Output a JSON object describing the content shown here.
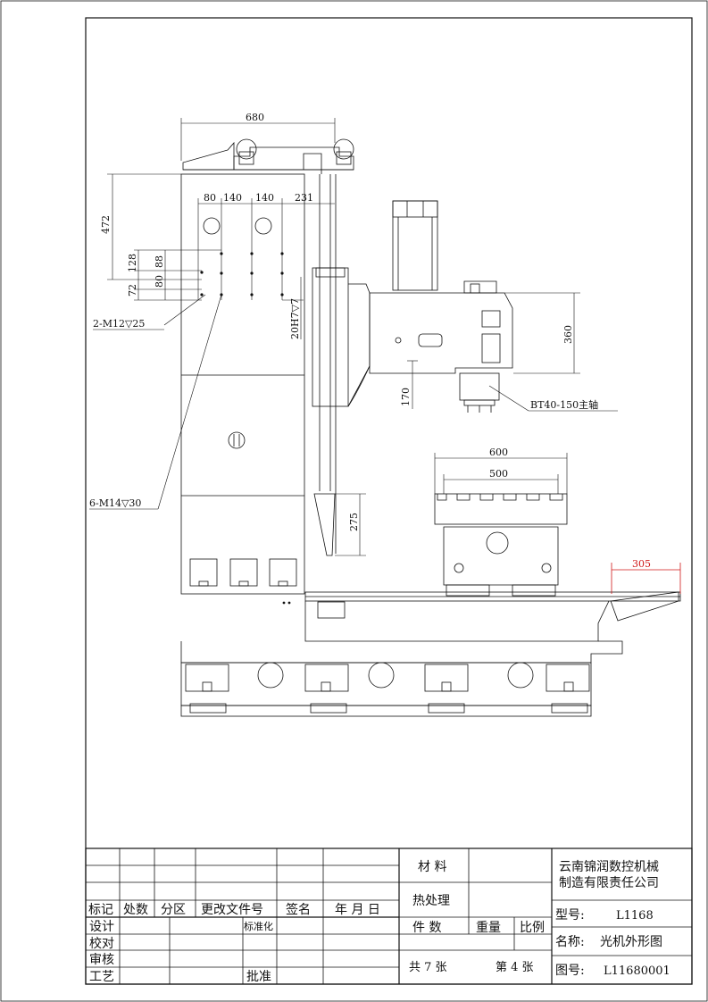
{
  "dimensions": {
    "d680": "680",
    "d472": "472",
    "d80a": "80",
    "d140a": "140",
    "d140b": "140",
    "d231": "231",
    "d128": "128",
    "d88": "88",
    "d80b": "80",
    "d72": "72",
    "d20h7": "20H7▽7",
    "d360": "360",
    "d170": "170",
    "d600": "600",
    "d500": "500",
    "d275": "275",
    "d305": "305"
  },
  "callouts": {
    "m12": "2-M12▽25",
    "m14": "6-M14▽30",
    "spindle": "BT40-150主轴"
  },
  "title_block": {
    "labels": {
      "biaoji": "标记",
      "chushu": "处数",
      "fenqu": "分区",
      "genggai": "更改文件号",
      "qianming": "签名",
      "date": "年 月 日",
      "sheji": "设计",
      "biaozhunhua": "标准化",
      "jiaodui": "校对",
      "shenhe": "审核",
      "gongyi": "工艺",
      "pizhun": "批准",
      "cailiao": "材 料",
      "rechuli": "热处理",
      "jianshu": "件  数",
      "zhongliang": "重量",
      "bili": "比例",
      "xinghao": "型号:",
      "mingcheng": "名称:",
      "tuhao": "图号:"
    },
    "company_line1": "云南锦润数控机械",
    "company_line2": "制造有限责任公司",
    "model": "L1168",
    "name": "光机外形图",
    "drawing_no": "L11680001",
    "sheets_total": "共 7 张",
    "sheet_current": "第 4 张"
  },
  "colors": {
    "line": "#111111",
    "dimension_red": "#d01818"
  }
}
